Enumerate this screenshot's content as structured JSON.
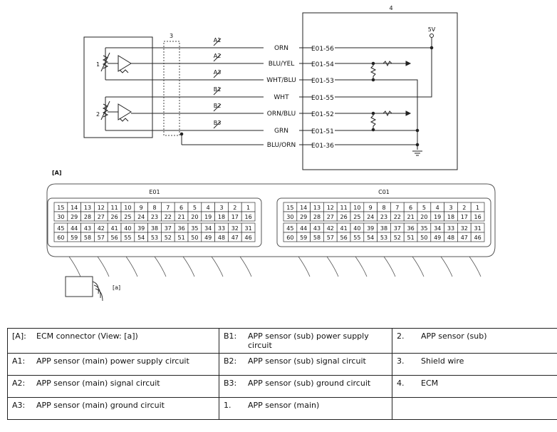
{
  "diagram": {
    "ecm_number": "4",
    "shield_number": "3",
    "voltage": "5V",
    "sensor1": "1",
    "sensor2": "2",
    "circuit_labels": [
      "A1",
      "A2",
      "A3",
      "B1",
      "B2",
      "B3"
    ],
    "wires": [
      {
        "color": "ORN",
        "pin": "E01-56"
      },
      {
        "color": "BLU/YEL",
        "pin": "E01-54"
      },
      {
        "color": "WHT/BLU",
        "pin": "E01-53"
      },
      {
        "color": "WHT",
        "pin": "E01-55"
      },
      {
        "color": "ORN/BLU",
        "pin": "E01-52"
      },
      {
        "color": "GRN",
        "pin": "E01-51"
      },
      {
        "color": "BLU/ORN",
        "pin": "E01-36"
      }
    ],
    "view_label": "[A]",
    "connector_e01": "E01",
    "connector_c01": "C01",
    "view_marker": "[a]",
    "pin_rows": [
      [
        "15",
        "14",
        "13",
        "12",
        "11",
        "10",
        "9",
        "8",
        "7",
        "6",
        "5",
        "4",
        "3",
        "2",
        "1"
      ],
      [
        "30",
        "29",
        "28",
        "27",
        "26",
        "25",
        "24",
        "23",
        "22",
        "21",
        "20",
        "19",
        "18",
        "17",
        "16"
      ],
      [
        "45",
        "44",
        "43",
        "42",
        "41",
        "40",
        "39",
        "38",
        "37",
        "36",
        "35",
        "34",
        "33",
        "32",
        "31"
      ],
      [
        "60",
        "59",
        "58",
        "57",
        "56",
        "55",
        "54",
        "53",
        "52",
        "51",
        "50",
        "49",
        "48",
        "47",
        "46"
      ]
    ]
  },
  "legend": [
    [
      {
        "code": "[A]:",
        "text": "ECM connector (View: [a])"
      },
      {
        "code": "B1:",
        "text": "APP sensor (sub) power supply circuit"
      },
      {
        "code": "2.",
        "text": "APP sensor (sub)"
      }
    ],
    [
      {
        "code": "A1:",
        "text": "APP sensor (main) power supply circuit"
      },
      {
        "code": "B2:",
        "text": "APP sensor (sub) signal circuit"
      },
      {
        "code": "3.",
        "text": "Shield wire"
      }
    ],
    [
      {
        "code": "A2:",
        "text": "APP sensor (main) signal circuit"
      },
      {
        "code": "B3:",
        "text": "APP sensor (sub) ground circuit"
      },
      {
        "code": "4.",
        "text": "ECM"
      }
    ],
    [
      {
        "code": "A3:",
        "text": "APP sensor (main) ground circuit"
      },
      {
        "code": "1.",
        "text": "APP sensor (main)"
      },
      {
        "code": "",
        "text": ""
      }
    ]
  ]
}
